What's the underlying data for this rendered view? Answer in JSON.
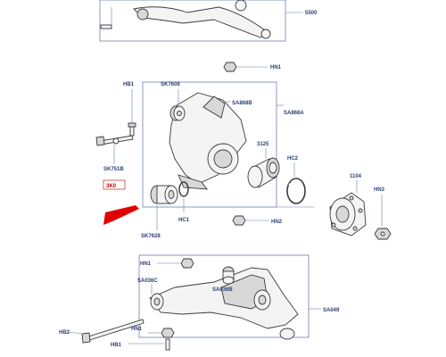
{
  "labels": {
    "top_right": "5500",
    "hn1_top": "HN1",
    "hb1": "HB1",
    "sk7608": "SK7608",
    "sa868b": "SA868B",
    "sa868a": "SA868A",
    "n3125": "3125",
    "hc2": "HC2",
    "sk751b": "SK751B",
    "highlight": "3K0",
    "n1104": "1104",
    "hn3": "HN3",
    "hc1": "HC1",
    "hn2": "HN2",
    "sk7628": "SK7628",
    "hn1_lower": "HN1",
    "sa036c": "SA036C",
    "sa036b": "SA036B",
    "sa049": "SA049",
    "hb2": "HB2",
    "hn1_bottom": "HN1",
    "hb1_bottom": "HB1"
  },
  "colors": {
    "label": "#2b3e73",
    "highlight_arrow": "#e00000",
    "highlight_label": "#b00000"
  },
  "icons": {
    "pointer": "red-arrow-icon"
  }
}
